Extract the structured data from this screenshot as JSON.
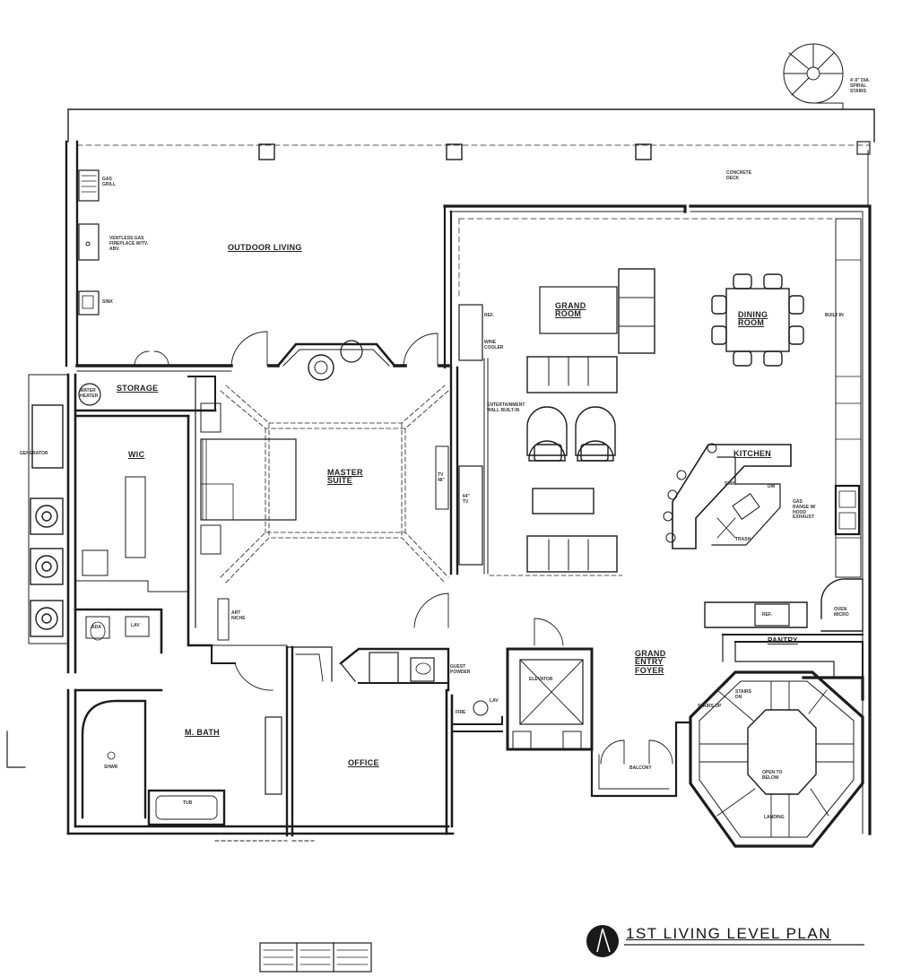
{
  "plan_title": "1ST LIVING LEVEL PLAN",
  "rooms": {
    "outdoor_living": "OUTDOOR LIVING",
    "storage": "STORAGE",
    "wic": "WIC",
    "master_suite": "MASTER SUITE",
    "grand_room": "GRAND ROOM",
    "dining_room": "DINING ROOM",
    "kitchen": "KITCHEN",
    "pantry": "PANTRY",
    "grand_entry_foyer": "GRAND ENTRY FOYER",
    "m_bath": "M. BATH",
    "office": "OFFICE"
  },
  "notes": {
    "spiral_stairs": "4'-0\" DIA.\nSPIRAL\nSTAIRS",
    "concrete_deck": "CONCRETE\nDECK",
    "gas_grill": "GAS\nGRILL",
    "fireplace": "VENTLESS GAS\nFIREPLACE W/TV.\nABV.",
    "sink_outdoor": "SINK",
    "water_heater": "WATER\nHEATER",
    "generator": "GENERATOR",
    "ref_grand": "REF.",
    "wine_cooler": "WINE\nCOOLER",
    "entertainment": "ENTERTAINMENT\nWALL BUILT-IN",
    "tv_master": "TV\n48\"",
    "tv_grand": "64\"\nTV",
    "built_in": "BUILT-IN",
    "sink_kitchen": "SINK",
    "dw": "DW",
    "trash": "TRASH",
    "gas_range": "GAS\nRANGE W/\nHOOD\nEXHAUST",
    "oven_micro": "OVEN\nMICRO",
    "ref_kitchen": "REF.",
    "art_niche": "ART\nNICHE",
    "guest_powder": "GUEST\nPOWDER",
    "lav_guest": "LAV",
    "elevator": "ELEVATOR",
    "stairs_dn": "STAIRS\nDN",
    "stairs_up": "STAIRS UP",
    "open_below": "OPEN TO\nBELOW",
    "landing": "LANDING",
    "balcony": "BALCONY",
    "shower": "SHWR",
    "tub": "TUB",
    "fire_lane": "FIRE",
    "ada": "ADA",
    "lav_master": "LAV"
  }
}
